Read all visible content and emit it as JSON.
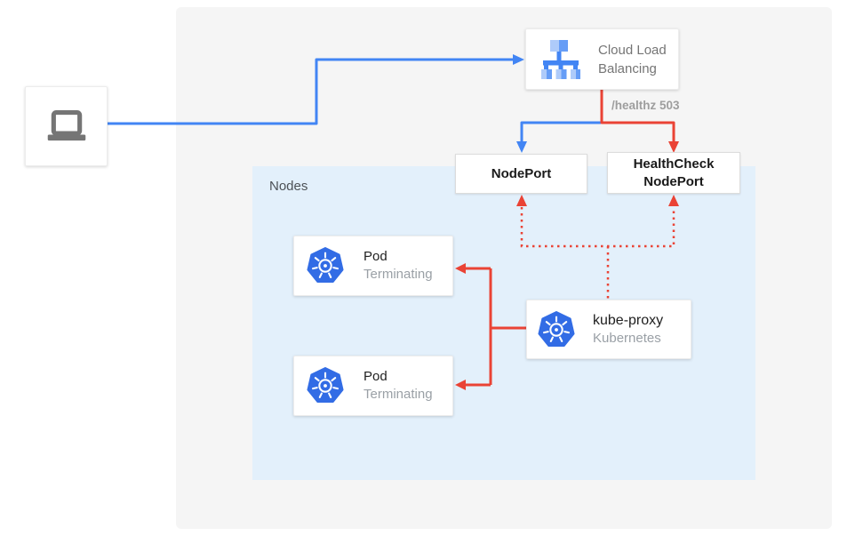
{
  "diagram": {
    "client": {
      "icon": "laptop-icon"
    },
    "cloud_load_balancing": {
      "label": "Cloud Load Balancing",
      "icon": "cloud-load-balancing-icon"
    },
    "health_check_route_label": "/healthz 503",
    "node_port": {
      "label": "NodePort"
    },
    "health_check_node_port": {
      "label": "HealthCheck NodePort"
    },
    "nodes_panel": {
      "label": "Nodes"
    },
    "pods": [
      {
        "title": "Pod",
        "status": "Terminating",
        "icon": "kubernetes-icon"
      },
      {
        "title": "Pod",
        "status": "Terminating",
        "icon": "kubernetes-icon"
      }
    ],
    "kube_proxy": {
      "title": "kube-proxy",
      "subtitle": "Kubernetes",
      "icon": "kubernetes-icon"
    }
  },
  "colors": {
    "traffic_blue": "#4285f4",
    "health_red": "#ea4335",
    "kubernetes_blue": "#326ce5",
    "gcp_icon_blue_light": "#aecbfa",
    "gcp_icon_blue_mid": "#669df6",
    "outer_panel_gray": "#f5f5f5",
    "nodes_panel_blue": "#e3f0fb",
    "text_dark": "#212121",
    "text_gray": "#9aa0a6",
    "label_gray": "#757575"
  }
}
